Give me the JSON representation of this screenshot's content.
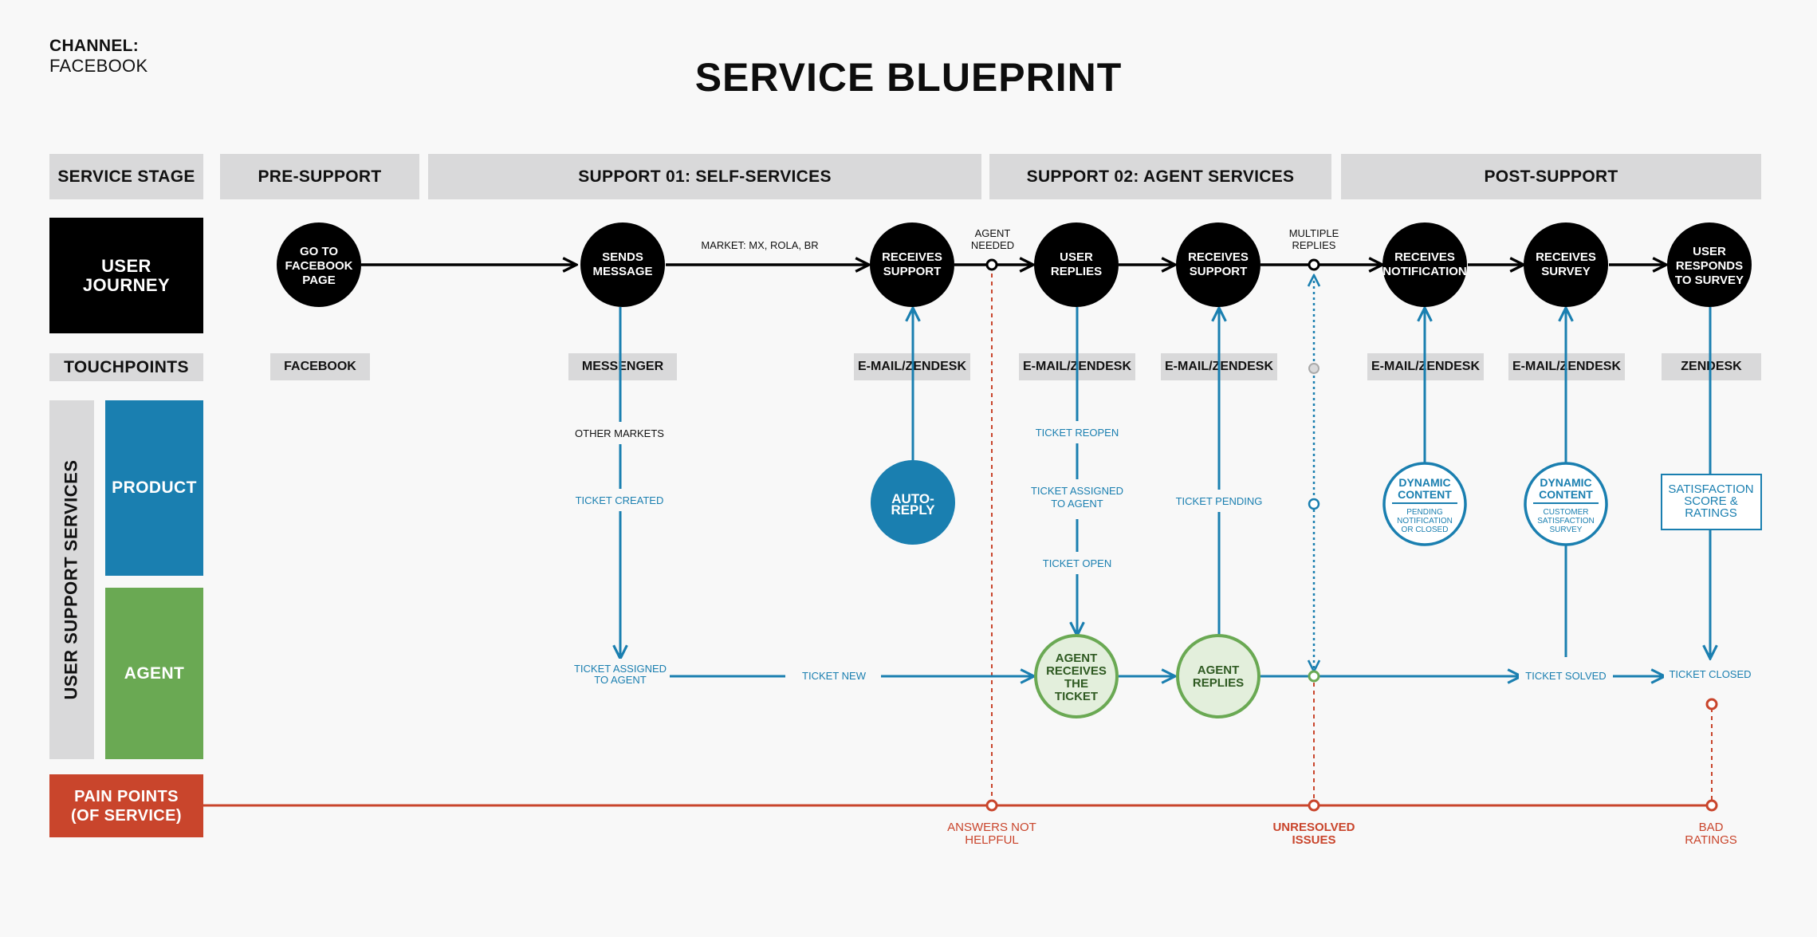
{
  "header": {
    "channel_label": "CHANNEL:",
    "channel_value": "FACEBOOK",
    "title": "SERVICE BLUEPRINT"
  },
  "rows": {
    "service_stage": "SERVICE STAGE",
    "user_journey": [
      "USER",
      "JOURNEY"
    ],
    "touchpoints": "TOUCHPOINTS",
    "user_support_services": "USER SUPPORT SERVICES",
    "product": "PRODUCT",
    "agent": "AGENT",
    "pain_points": [
      "PAIN POINTS",
      "(OF SERVICE)"
    ]
  },
  "stages": [
    "PRE-SUPPORT",
    "SUPPORT 01: SELF-SERVICES",
    "SUPPORT 02: AGENT SERVICES",
    "POST-SUPPORT"
  ],
  "journey": [
    [
      "GO TO",
      "FACEBOOK",
      "PAGE"
    ],
    [
      "SENDS",
      "MESSAGE"
    ],
    [
      "RECEIVES",
      "SUPPORT"
    ],
    [
      "USER",
      "REPLIES"
    ],
    [
      "RECEIVES",
      "SUPPORT"
    ],
    [
      "RECEIVES",
      "NOTIFICATION"
    ],
    [
      "RECEIVES",
      "SURVEY"
    ],
    [
      "USER",
      "RESPONDS",
      "TO SURVEY"
    ]
  ],
  "journey_annotations": {
    "market": "MARKET: MX, ROLA, BR",
    "agent_needed": [
      "AGENT",
      "NEEDED"
    ],
    "multiple_replies": [
      "MULTIPLE",
      "REPLIES"
    ]
  },
  "touchpoints": [
    "FACEBOOK",
    "MESSENGER",
    "E-MAIL/ZENDESK",
    "E-MAIL/ZENDESK",
    "E-MAIL/ZENDESK",
    "E-MAIL/ZENDESK",
    "E-MAIL/ZENDESK",
    "ZENDESK"
  ],
  "product_labels": {
    "other_markets": "OTHER MARKETS",
    "ticket_created": "TICKET CREATED",
    "auto_reply": [
      "AUTO-",
      "REPLY"
    ],
    "ticket_reopen": "TICKET REOPEN",
    "ticket_assigned": [
      "TICKET ASSIGNED",
      "TO AGENT"
    ],
    "ticket_open": "TICKET OPEN",
    "ticket_pending": "TICKET PENDING",
    "dynamic_content_1": {
      "title": [
        "DYNAMIC",
        "CONTENT"
      ],
      "sub": [
        "PENDING",
        "NOTIFICATION",
        "OR CLOSED"
      ]
    },
    "dynamic_content_2": {
      "title": [
        "DYNAMIC",
        "CONTENT"
      ],
      "sub": [
        "CUSTOMER",
        "SATISFACTION",
        "SURVEY"
      ]
    },
    "satisfaction": [
      "SATISFACTION",
      "SCORE &",
      "RATINGS"
    ]
  },
  "agent_labels": {
    "ticket_assigned_to_agent": [
      "TICKET ASSIGNED",
      "TO AGENT"
    ],
    "ticket_new": "TICKET NEW",
    "agent_receives": [
      "AGENT",
      "RECEIVES",
      "THE",
      "TICKET"
    ],
    "agent_replies": [
      "AGENT",
      "REPLIES"
    ],
    "ticket_solved": "TICKET SOLVED",
    "ticket_closed": "TICKET CLOSED"
  },
  "pain_points": [
    [
      "ANSWERS NOT",
      "HELPFUL"
    ],
    [
      "UNRESOLVED",
      "ISSUES"
    ],
    [
      "BAD",
      "RATINGS"
    ]
  ],
  "colors": {
    "blue": "#1a7fb0",
    "green": "#6aa953",
    "green_fill": "#e3efdc",
    "red": "#c9452c",
    "gray": "#d9d9da",
    "black": "#000000"
  }
}
